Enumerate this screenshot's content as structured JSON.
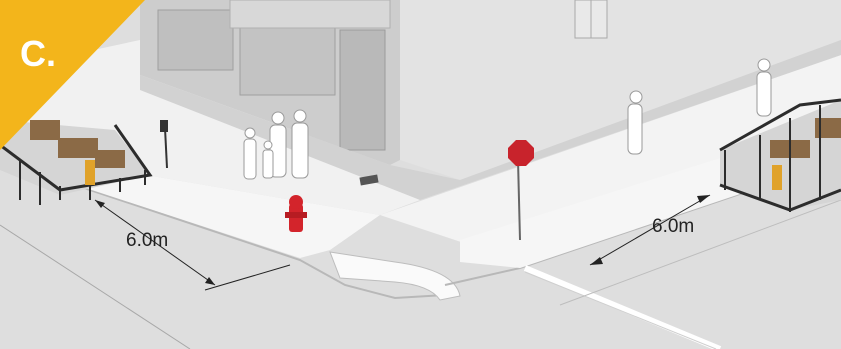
{
  "panel_label": "C.",
  "dimensions": {
    "left_spacing": "6.0m",
    "right_spacing": "6.0m"
  },
  "colors": {
    "badge": "#f3b51b",
    "hydrant": "#d3242b",
    "stop_sign": "#c8232c",
    "road": "#dadada",
    "sidewalk": "#f4f4f4",
    "building": "#cfcfcf",
    "crosswalk_line": "#ffffff"
  },
  "icons": {
    "patio_left": "patio-barrier-icon",
    "patio_right": "patio-barrier-icon",
    "hydrant": "fire-hydrant-icon",
    "stop_sign": "stop-sign-icon",
    "parking_meter": "parking-meter-icon",
    "pedestrians": "pedestrian-icon"
  }
}
